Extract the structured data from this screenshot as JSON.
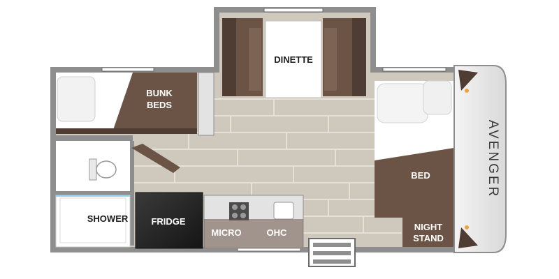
{
  "labels": {
    "dinette": "DINETTE",
    "bunk_line1": "BUNK",
    "bunk_line2": "BEDS",
    "bed": "BED",
    "shower": "SHOWER",
    "fridge": "FRIDGE",
    "micro": "MICRO",
    "ohc": "OHC",
    "night_line1": "NIGHT",
    "night_line2": "STAND"
  },
  "brand": "AVENGER",
  "colors": {
    "wall": "#8e8e8e",
    "floor": "#cfc9bd",
    "floor_line": "#e6e1d8",
    "brown": "#6b5446",
    "brown_dark": "#4f3d33",
    "fridge": "#2a2a2a",
    "counter": "#e3e3e3",
    "white": "#ffffff"
  }
}
